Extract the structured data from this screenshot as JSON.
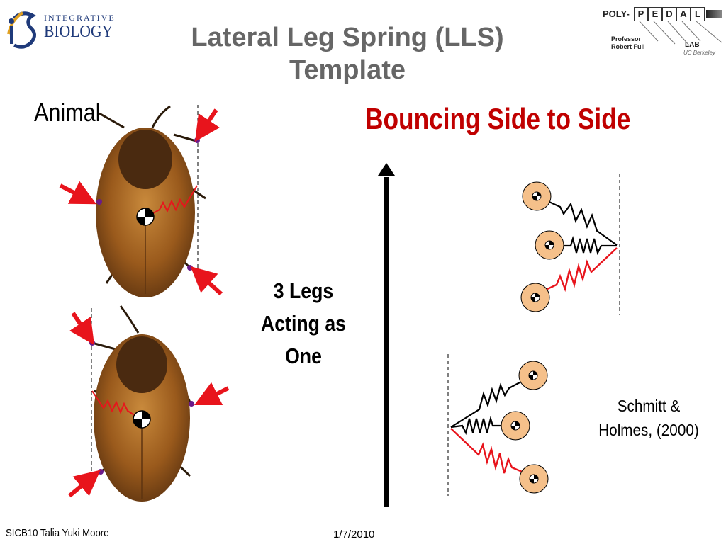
{
  "title": {
    "line1": "Lateral Leg Spring (LLS)",
    "line2": "Template"
  },
  "animal_label": "Animal",
  "bounce_title": "Bouncing Side to Side",
  "legs_text": {
    "line1": "3 Legs",
    "line2": "Acting as",
    "line3": "One"
  },
  "citation": {
    "line1": "Schmitt &",
    "line2": "Holmes, (2000)"
  },
  "footer": {
    "author": "SICB10 Talia Yuki Moore",
    "date": "1/7/2010"
  },
  "logo_integrative": {
    "line1": "INTEGRATIVE",
    "line2": "BIOLOGY"
  },
  "logo_pedal": {
    "poly": "POLY-",
    "letters": [
      "P",
      "E",
      "D",
      "A",
      "L"
    ],
    "professor": "Professor",
    "name": "Robert Full",
    "lab": "LAB",
    "affiliation": "UC Berkeley"
  },
  "colors": {
    "title_gray": "#666666",
    "accent_red": "#c00000",
    "arrow_red": "#e8141c",
    "body_circle": "#f5c08a",
    "roach_brown": "#9a5a1c",
    "ib_blue": "#1f3a7a"
  }
}
